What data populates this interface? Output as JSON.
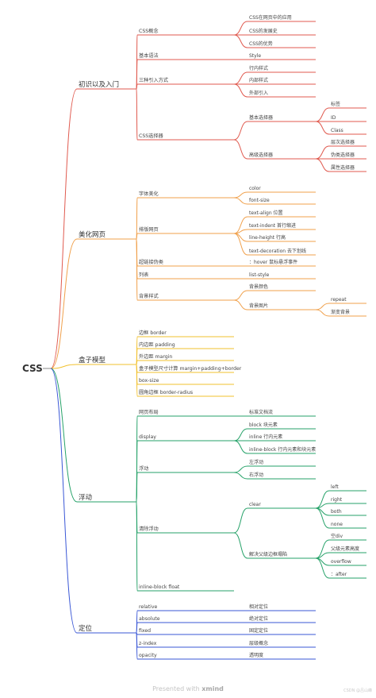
{
  "root": {
    "label": "CSS"
  },
  "colors": {
    "intro": "#e05a4f",
    "beautify": "#f0a04b",
    "box": "#f2c12e",
    "float": "#26a269",
    "position": "#3a57d6"
  },
  "branches": [
    {
      "id": "intro",
      "label": "初识以及入门",
      "color": "#e05a4f",
      "children": [
        {
          "label": "CSS概念",
          "children": [
            {
              "label": "CSS在网页中的应用"
            },
            {
              "label": "CSS的发展史"
            },
            {
              "label": "CSS的优势"
            }
          ]
        },
        {
          "label": "基本语法",
          "children": [
            {
              "label": "Style"
            }
          ]
        },
        {
          "label": "三种引入方式",
          "children": [
            {
              "label": "行内样式"
            },
            {
              "label": "内部样式"
            },
            {
              "label": "外部引入"
            }
          ]
        },
        {
          "label": "CSS选择器",
          "children": [
            {
              "label": "基本选择器",
              "children": [
                {
                  "label": "标签"
                },
                {
                  "label": "ID"
                },
                {
                  "label": "Class"
                }
              ]
            },
            {
              "label": "高级选择器",
              "children": [
                {
                  "label": "层次选择器"
                },
                {
                  "label": "伪类选择器"
                },
                {
                  "label": "属性选择器"
                }
              ]
            }
          ]
        }
      ]
    },
    {
      "id": "beautify",
      "label": "美化网页",
      "color": "#f0a04b",
      "children": [
        {
          "label": "字体美化",
          "children": [
            {
              "label": "color"
            },
            {
              "label": "font-size"
            }
          ]
        },
        {
          "label": "排版网页",
          "children": [
            {
              "label": "text-align  位置"
            },
            {
              "label": "text-indent  首行缩进"
            },
            {
              "label": "line-height  行高"
            },
            {
              "label": "text-decoration  去下划线"
            }
          ]
        },
        {
          "label": "超链接伪类",
          "children": [
            {
              "label": "：hover  鼠标悬浮事件"
            }
          ]
        },
        {
          "label": "列表",
          "children": [
            {
              "label": "list-style"
            }
          ]
        },
        {
          "label": "背景样式",
          "children": [
            {
              "label": "背景颜色"
            },
            {
              "label": "背景图片",
              "children": [
                {
                  "label": "repeat"
                },
                {
                  "label": "渐变背景"
                }
              ]
            }
          ]
        }
      ]
    },
    {
      "id": "box",
      "label": "盒子模型",
      "color": "#f2c12e",
      "children": [
        {
          "label": "边框  border"
        },
        {
          "label": "内边距  padding"
        },
        {
          "label": "外边距  margin"
        },
        {
          "label": "盒子模型尺寸计算  margin+padding+border"
        },
        {
          "label": "box-size"
        },
        {
          "label": "圆角边框  border-radius"
        }
      ]
    },
    {
      "id": "float",
      "label": "浮动",
      "color": "#26a269",
      "children": [
        {
          "label": "网页布局",
          "children": [
            {
              "label": "标准文档流"
            }
          ]
        },
        {
          "label": "display",
          "children": [
            {
              "label": "block  块元素"
            },
            {
              "label": "inline  行内元素"
            },
            {
              "label": "inline-block  行内元素和块元素"
            }
          ]
        },
        {
          "label": "浮动",
          "children": [
            {
              "label": "左浮动"
            },
            {
              "label": "右浮动"
            }
          ]
        },
        {
          "label": "清除浮动",
          "children": [
            {
              "label": "clear",
              "children": [
                {
                  "label": "left"
                },
                {
                  "label": "right"
                },
                {
                  "label": "both"
                },
                {
                  "label": "none"
                }
              ]
            },
            {
              "label": "解决父级边框塌陷",
              "children": [
                {
                  "label": "空div"
                },
                {
                  "label": "父级元素高度"
                },
                {
                  "label": "overflow"
                },
                {
                  "label": "：after"
                }
              ]
            }
          ]
        },
        {
          "label": "inline-block  float"
        }
      ]
    },
    {
      "id": "position",
      "label": "定位",
      "color": "#3a57d6",
      "children": [
        {
          "label": "relative",
          "children": [
            {
              "label": "相对定位"
            }
          ]
        },
        {
          "label": "absolute",
          "children": [
            {
              "label": "绝对定位"
            }
          ]
        },
        {
          "label": "fixed",
          "children": [
            {
              "label": "固定定位"
            }
          ]
        },
        {
          "label": "z-index",
          "children": [
            {
              "label": "层级概念"
            }
          ]
        },
        {
          "label": "opacity",
          "children": [
            {
              "label": "透明度"
            }
          ]
        }
      ]
    }
  ],
  "footer": {
    "prefix": "Presented with",
    "brand": "xmind"
  },
  "watermark": "CSDN @吕山峰"
}
